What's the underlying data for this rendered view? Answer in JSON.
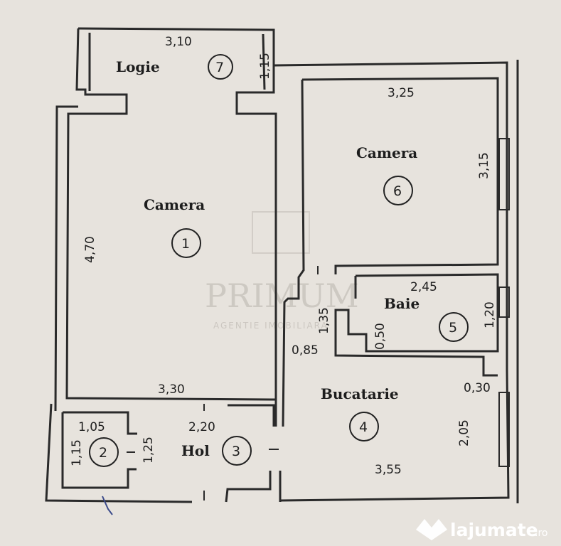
{
  "rooms": [
    {
      "label": "Logie",
      "number": "7"
    },
    {
      "label": "Camera",
      "number": "1"
    },
    {
      "label": "Camera",
      "number": "6"
    },
    {
      "label": "Baie",
      "number": "5"
    },
    {
      "label": "Bucatarie",
      "number": "4"
    },
    {
      "label": "Hol",
      "number": "3"
    },
    {
      "label": "",
      "number": "2"
    }
  ],
  "dimensions": {
    "logie_width": "3,10",
    "logie_depth": "1,15",
    "camera1_height": "4,70",
    "camera1_width": "3,30",
    "camera6_width": "3,25",
    "camera6_height": "3,15",
    "baie_width": "2,45",
    "baie_height": "1,20",
    "baie_niche": "0,50",
    "hol_height_upper": "1,35",
    "hol_width_upper": "0,85",
    "hol_width": "2,20",
    "bucatarie_offset": "0,30",
    "bucatarie_height": "2,05",
    "bucatarie_width": "3,55",
    "closet_width": "1,05",
    "closet_height_left": "1,15",
    "closet_height_right": "1,25"
  },
  "watermark": {
    "name": "PRIMUM",
    "subtitle": "AGENTIE IMOBILIARA"
  },
  "brand": {
    "name": "lajumate",
    "suffix": ".ro"
  }
}
